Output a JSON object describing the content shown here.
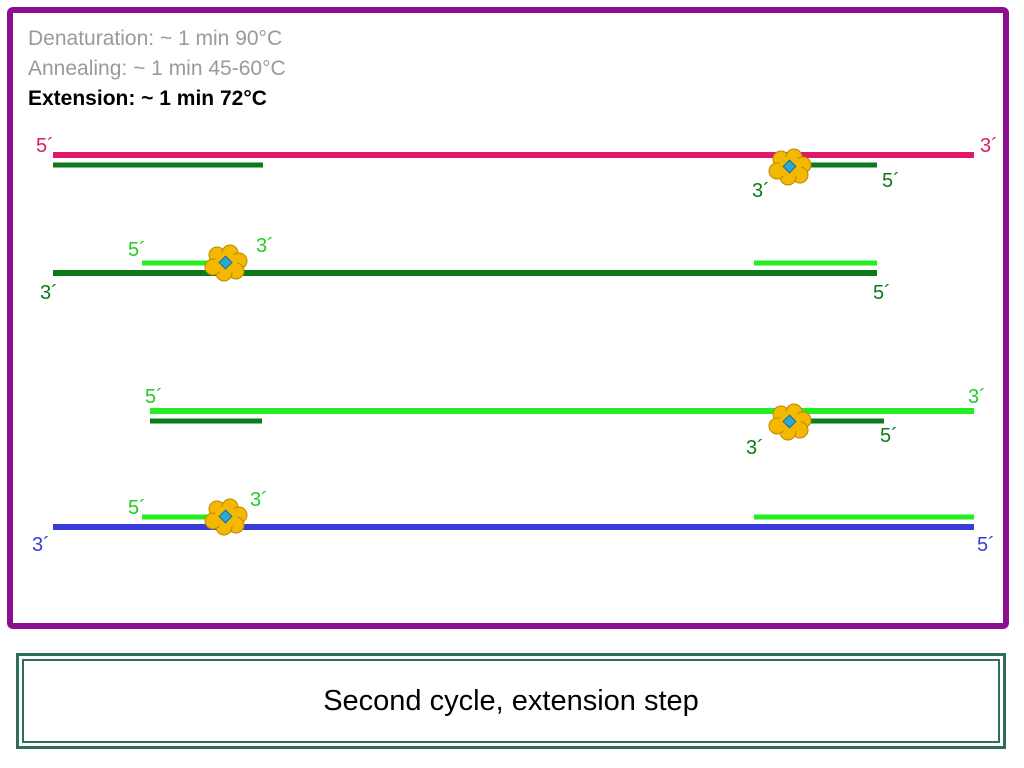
{
  "steps": {
    "denaturation": "Denaturation: ~ 1 min 90°C",
    "annealing": "Annealing: ~ 1 min 45-60°C",
    "extension": "Extension: ~ 1 min 72°C"
  },
  "labels": {
    "five_prime": "5´",
    "three_prime": "3´"
  },
  "caption": "Second cycle, extension step",
  "colors": {
    "frame": "#8b0f8f",
    "original_top_strand": "#e0186c",
    "original_bottom_strand": "#3a3ad8",
    "dark_green": "#0d7a1a",
    "light_green": "#22ee22",
    "polymerase": "#f5b800",
    "polymerase_core": "#2aa8d8",
    "caption_border": "#2f6f5a"
  }
}
